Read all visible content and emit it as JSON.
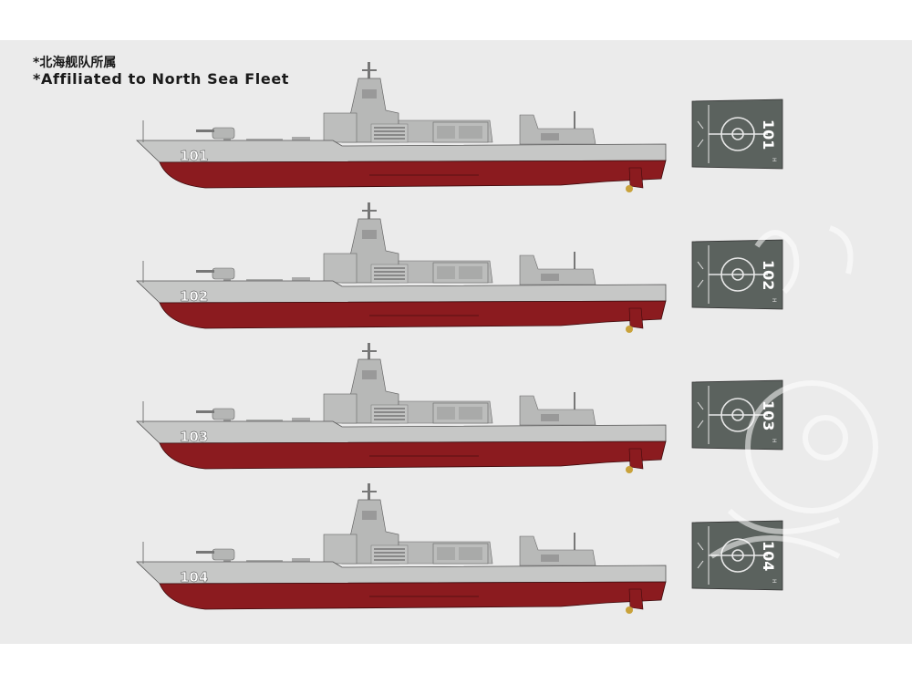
{
  "header": {
    "subtitle_cn": "*北海舰队所属",
    "subtitle_en": "*Affiliated to North Sea Fleet"
  },
  "ships": [
    {
      "pennant": "101",
      "deck_code": "101"
    },
    {
      "pennant": "102",
      "deck_code": "102"
    },
    {
      "pennant": "103",
      "deck_code": "103"
    },
    {
      "pennant": "104",
      "deck_code": "104"
    }
  ],
  "colors": {
    "background": "#ebebeb",
    "hull_upper": "#c6c7c6",
    "hull_lower": "#8b1b1f",
    "superstructure": "#b7b8b7",
    "deck_plate": "#5b625e",
    "pennant_text": "#ffffff",
    "propeller": "#c9a23a"
  }
}
